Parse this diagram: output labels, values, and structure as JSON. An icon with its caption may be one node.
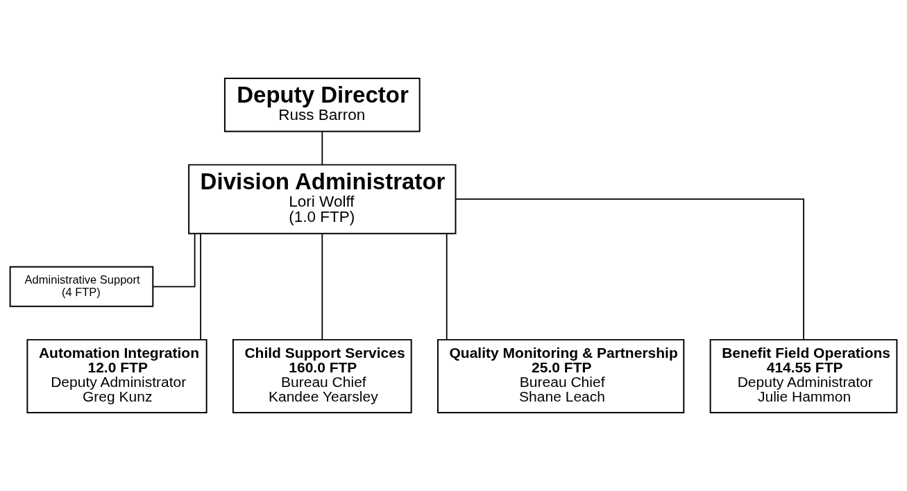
{
  "diagram": {
    "nodes": [
      {
        "text": [
          "Deputy Director",
          "Russ Barron"
        ]
      },
      {
        "text": [
          "Division Administrator",
          "Lori Wolff",
          "(1.0 FTP)"
        ]
      },
      {
        "text": [
          "Administrative Support",
          "(4 FTP)"
        ]
      },
      {
        "text": [
          "Automation Integration",
          "12.0 FTP",
          "Deputy Administrator",
          "Greg Kunz"
        ]
      },
      {
        "text": [
          "Child Support Services",
          "160.0 FTP",
          "Bureau Chief",
          "Kandee Yearsley"
        ]
      },
      {
        "text": [
          "Quality Monitoring & Partnership",
          "25.0 FTP",
          "Bureau Chief",
          "Shane Leach"
        ]
      },
      {
        "text": [
          "Benefit Field Operations",
          "414.55 FTP",
          "Deputy Administrator",
          "Julie Hammon"
        ]
      }
    ],
    "edges": [
      {
        "from": 0,
        "to": 1,
        "arrow": "none"
      },
      {
        "from": 1,
        "to": 2,
        "arrow": "none"
      },
      {
        "from": 1,
        "to": 3,
        "arrow": "none"
      },
      {
        "from": 1,
        "to": 4,
        "arrow": "none"
      },
      {
        "from": 1,
        "to": 5,
        "arrow": "none"
      },
      {
        "from": 1,
        "to": 6,
        "arrow": "none"
      }
    ]
  }
}
